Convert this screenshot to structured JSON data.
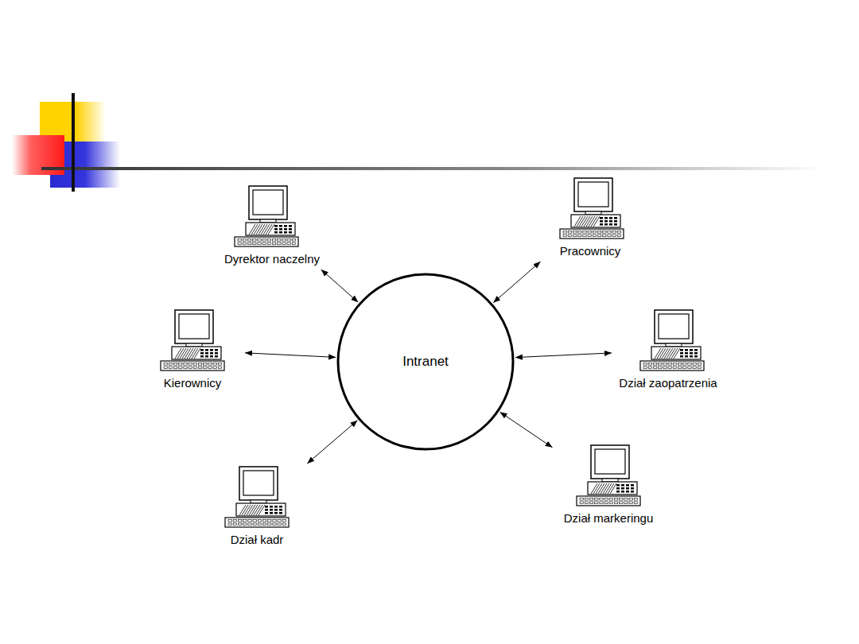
{
  "diagram": {
    "nodes": [
      {
        "text": [
          "Dyrektor naczelny"
        ]
      },
      {
        "text": [
          "Pracownicy"
        ]
      },
      {
        "text": [
          "Kierownicy"
        ]
      },
      {
        "text": [
          "Intranet"
        ]
      },
      {
        "text": [
          "Dział zaopatrzenia"
        ]
      },
      {
        "text": [
          "Dział kadr"
        ]
      },
      {
        "text": [
          "Dział markeringu"
        ]
      }
    ],
    "edges": [
      {
        "from": 0,
        "to": 3,
        "arrow": "both"
      },
      {
        "from": 1,
        "to": 3,
        "arrow": "both"
      },
      {
        "from": 2,
        "to": 3,
        "arrow": "both"
      },
      {
        "from": 4,
        "to": 3,
        "arrow": "both"
      },
      {
        "from": 5,
        "to": 3,
        "arrow": "both"
      },
      {
        "from": 6,
        "to": 3,
        "arrow": "both"
      }
    ]
  }
}
